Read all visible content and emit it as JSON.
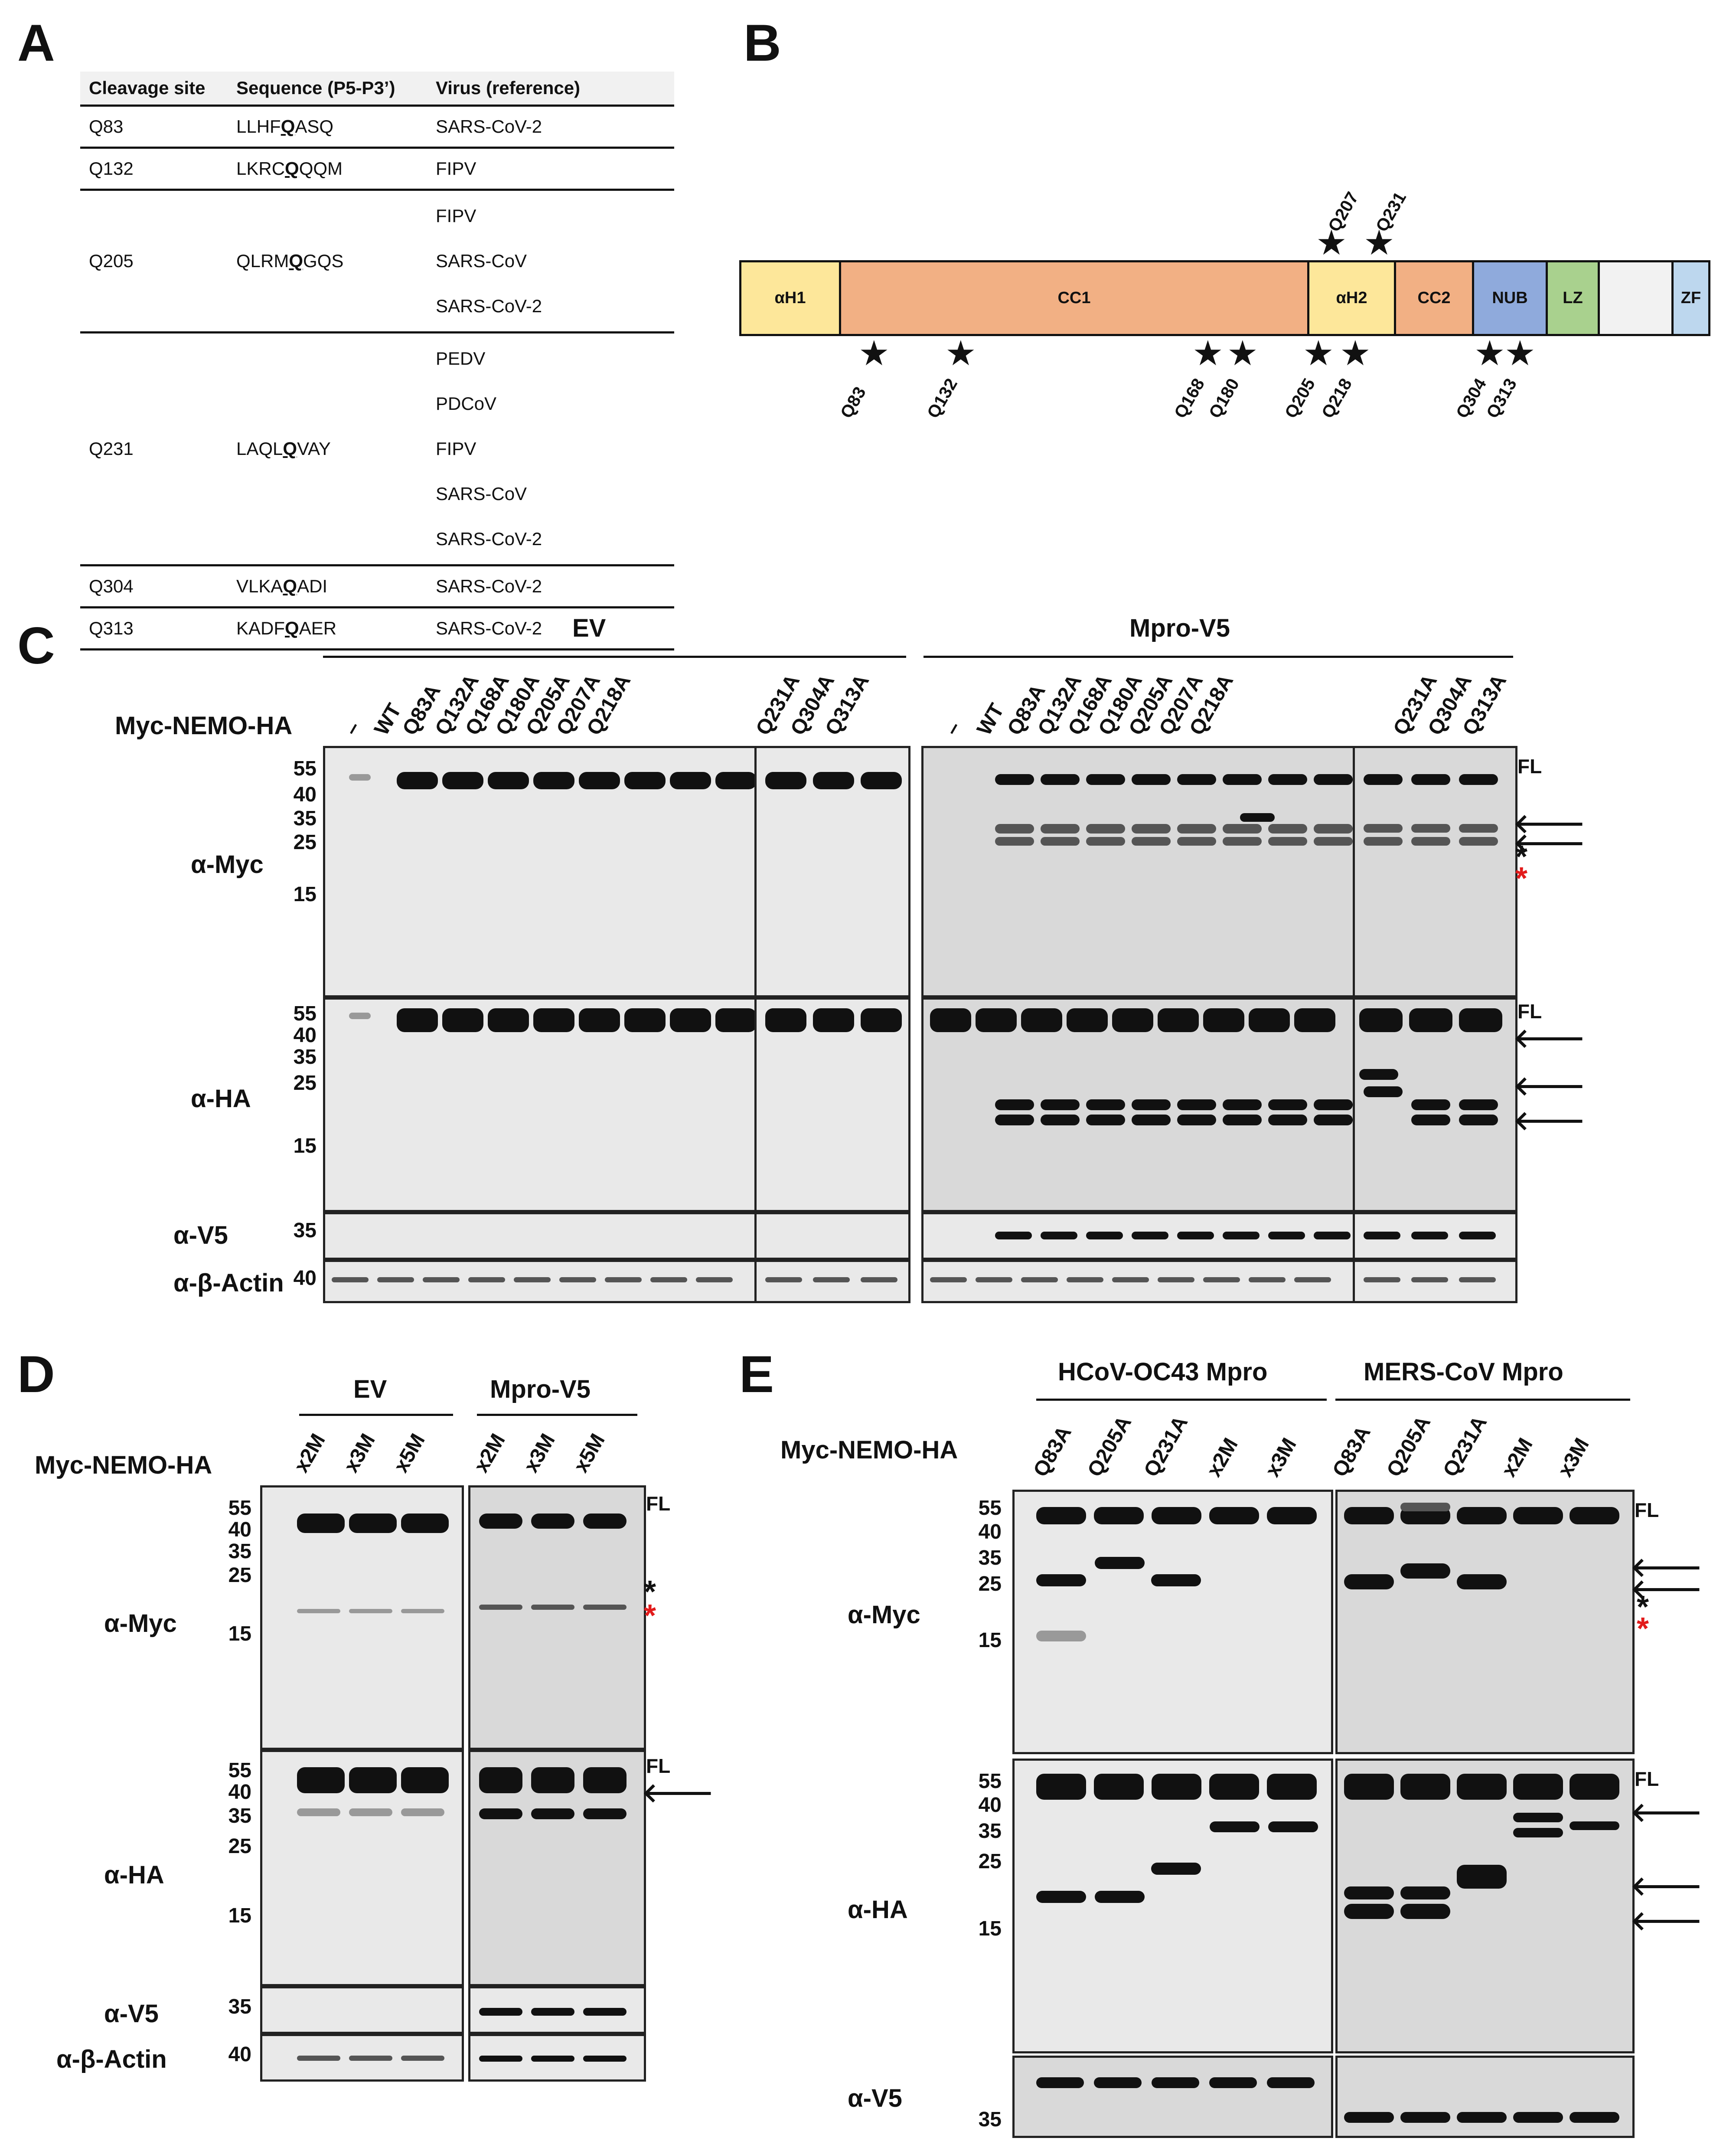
{
  "panels": {
    "a": "A",
    "b": "B",
    "c": "C",
    "d": "D",
    "e": "E"
  },
  "table_a": {
    "headers": [
      "Cleavage site",
      "Sequence (P5-P3’)",
      "Virus (reference)"
    ],
    "rows": [
      {
        "site": "Q83",
        "seq_pre": "LLHF",
        "seq_q": "Q",
        "seq_post": "ASQ",
        "virus": [
          "SARS-CoV-2"
        ]
      },
      {
        "site": "Q132",
        "seq_pre": "LKRC",
        "seq_q": "Q",
        "seq_post": "QQM",
        "virus": [
          "FIPV"
        ]
      },
      {
        "site": "Q205",
        "seq_pre": "QLRM",
        "seq_q": "Q",
        "seq_post": "GQS",
        "virus": [
          "FIPV",
          "SARS-CoV",
          "SARS-CoV-2"
        ]
      },
      {
        "site": "Q231",
        "seq_pre": "LAQL",
        "seq_q": "Q",
        "seq_post": "VAY",
        "virus": [
          "PEDV",
          "PDCoV",
          "FIPV",
          "SARS-CoV",
          "SARS-CoV-2"
        ]
      },
      {
        "site": "Q304",
        "seq_pre": "VLKA",
        "seq_q": "Q",
        "seq_post": "ADI",
        "virus": [
          "SARS-CoV-2"
        ]
      },
      {
        "site": "Q313",
        "seq_pre": "KADF",
        "seq_q": "Q",
        "seq_post": "AER",
        "virus": [
          "SARS-CoV-2"
        ]
      }
    ]
  },
  "domain_b": {
    "domains": [
      {
        "label": "αH1",
        "color": "#fde79a"
      },
      {
        "label": "CC1",
        "color": "#f2b084"
      },
      {
        "label": "αH2",
        "color": "#fde79a"
      },
      {
        "label": "CC2",
        "color": "#f2b084"
      },
      {
        "label": "NUB",
        "color": "#8faadc"
      },
      {
        "label": "LZ",
        "color": "#a9d18e"
      },
      {
        "label": "",
        "color": "#f2f2f2"
      },
      {
        "label": "ZF",
        "color": "#bdd7ee"
      }
    ],
    "top_sites": [
      "Q207",
      "Q231"
    ],
    "bottom_sites": [
      "Q83",
      "Q132",
      "Q168",
      "Q180",
      "Q205",
      "Q218",
      "Q304",
      "Q313"
    ],
    "star": "★"
  },
  "panel_c": {
    "group_ev": "EV",
    "group_mpro": "Mpro-V5",
    "row_label": "Myc-NEMO-HA",
    "lanes_left": [
      "–",
      "WT",
      "Q83A",
      "Q132A",
      "Q168A",
      "Q180A",
      "Q205A",
      "Q207A",
      "Q218A"
    ],
    "lanes_right": [
      "Q231A",
      "Q304A",
      "Q313A"
    ],
    "blots": [
      "α-Myc",
      "α-HA",
      "α-V5",
      "α-β-Actin"
    ],
    "mw_myc": [
      "55",
      "40",
      "35",
      "25",
      "15"
    ],
    "mw_ha": [
      "55",
      "40",
      "35",
      "25",
      "15"
    ],
    "mw_v5": "35",
    "mw_actin": "40",
    "fl": "FL"
  },
  "panel_d": {
    "group_ev": "EV",
    "group_mpro": "Mpro-V5",
    "row_label": "Myc-NEMO-HA",
    "lanes": [
      "x2M",
      "x3M",
      "x5M"
    ],
    "blots": [
      "α-Myc",
      "α-HA",
      "α-V5",
      "α-β-Actin"
    ],
    "mw_myc": [
      "55",
      "40",
      "35",
      "25",
      "15"
    ],
    "mw_ha": [
      "55",
      "40",
      "35",
      "25",
      "15"
    ],
    "mw_v5": "35",
    "mw_actin": "40",
    "fl": "FL"
  },
  "panel_e": {
    "group_oc43": "HCoV-OC43 Mpro",
    "group_mers": "MERS-CoV Mpro",
    "row_label": "Myc-NEMO-HA",
    "lanes": [
      "Q83A",
      "Q205A",
      "Q231A",
      "x2M",
      "x3M"
    ],
    "blots": [
      "α-Myc",
      "α-HA",
      "α-V5"
    ],
    "mw_myc": [
      "55",
      "40",
      "35",
      "25",
      "15"
    ],
    "mw_ha": [
      "55",
      "40",
      "35",
      "25",
      "15"
    ],
    "mw_v5": "35",
    "fl": "FL"
  },
  "marks": {
    "arrow": "🡐",
    "asterisk": "*"
  }
}
